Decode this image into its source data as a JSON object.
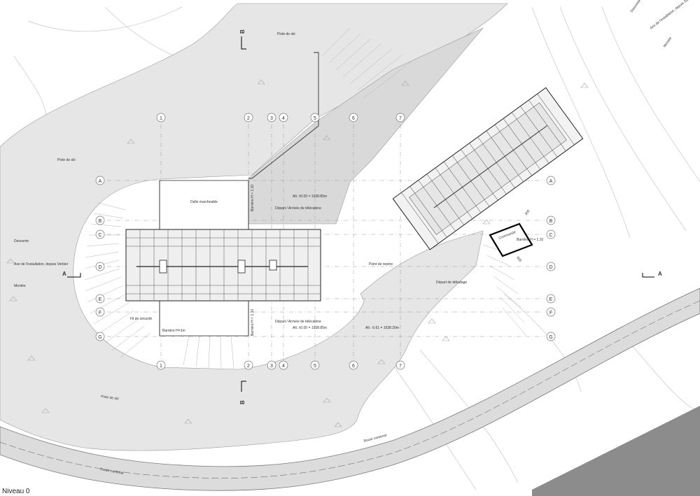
{
  "drawing": {
    "level_caption": "Niveau 0",
    "labels": {
      "piste_top": "Piste de ski",
      "piste_left": "Piste de ski",
      "piste_bottom": "Piste de ski",
      "descente_left": "Descente",
      "axe_left": "Axe de l'installation, depuis Verbier",
      "montee_left": "Montée",
      "descente_right": "Descente",
      "axe_right": "Axe de l'installation, depuis Sav...",
      "montee_right": "Montée",
      "dalle": "Dalle marcheable",
      "barriere_v": "Barrière H = 1.10",
      "alt_1": "Alt. ±0.00 = 1938.85m",
      "depart_1": "Départ / Arrivée de télécabine",
      "depart_2": "Départ / Arrivée de télécabine",
      "alt_2": "Alt. ±0.00 = 1938.85m",
      "alt_3": "Alt. -0.61 = 1938.20m",
      "point_repere": "Point de repère",
      "depart_debutage": "Départ de débutage",
      "fil_securite": "Fil de sécurité",
      "barriere_h1m": "Barrière H=1m",
      "commande": "Commande",
      "barriere_r": "Barrière H = 1.10",
      "dim_300": "300",
      "dim_600": "600",
      "route_1": "Route cantonal",
      "route_2": "Route cantonal",
      "section_a_left": "A",
      "section_a_right": "A",
      "section_b_top": "B",
      "section_b_bottom": "B"
    },
    "grid_numbers": [
      "1",
      "2",
      "3",
      "4",
      "5",
      "6",
      "7"
    ],
    "grid_letters": [
      "A",
      "B",
      "C",
      "D",
      "E",
      "F",
      "G"
    ]
  }
}
